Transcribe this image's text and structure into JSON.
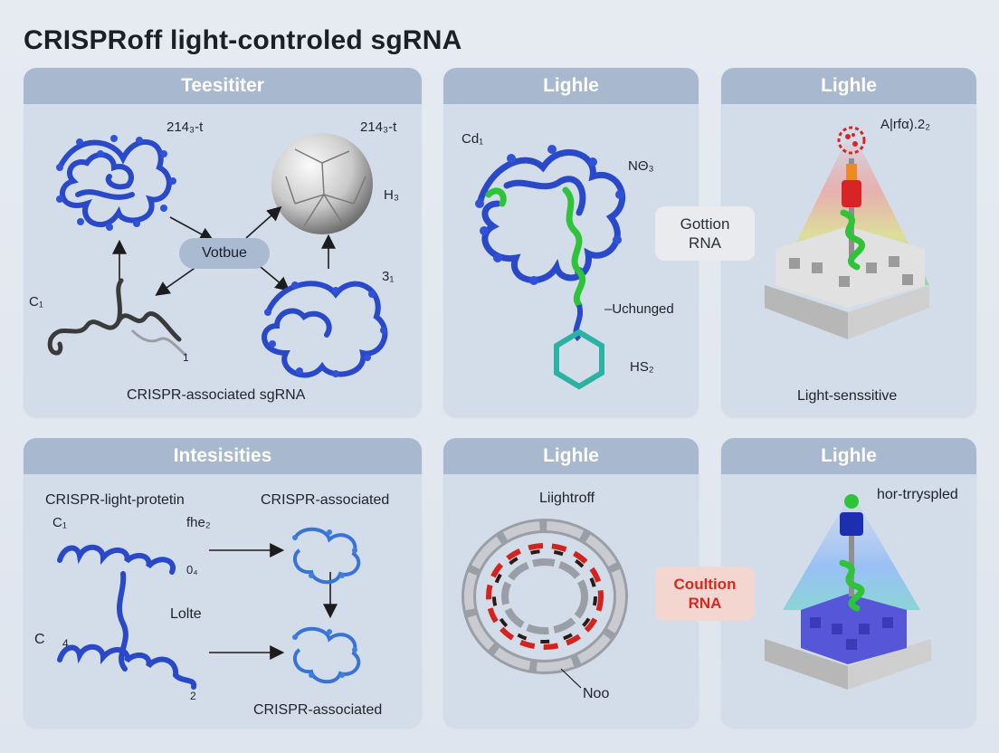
{
  "title": "CRISPRoff light-controled sgRNA",
  "panels": {
    "p1": {
      "header": "Teesititer",
      "labels": {
        "top_left": "214₃-t",
        "top_right": "214₃-t",
        "h3": "H₃",
        "c1": "C₁",
        "three1": "3₁",
        "sub1": "1",
        "center_pill": "Votbue",
        "caption": "CRISPR-associated sgRNA"
      }
    },
    "p2": {
      "header": "Lighle",
      "labels": {
        "cd": "Cd₁",
        "no3": "NΘ₃",
        "uchunged": "–Uchunged",
        "hs2": "HS₂"
      }
    },
    "p3": {
      "header": "Lighle",
      "labels": {
        "top": "A|rfα).2₂",
        "caption": "Light-senssitive"
      }
    },
    "p4": {
      "header": "Intesisities",
      "labels": {
        "protein": "CRISPR-light-protetin",
        "assoc_top": "CRISPR-associated",
        "c1": "C₁",
        "fhe": "fhe₂",
        "o4": "0₄",
        "lolte": "Lolte",
        "c4": "C",
        "sub4": "4",
        "two": "2",
        "assoc_bottom": "CRISPR-associated"
      }
    },
    "p5": {
      "header": "Lighle",
      "labels": {
        "top": "Liightroff",
        "bottom": "Noo"
      }
    },
    "p6": {
      "header": "Lighle",
      "labels": {
        "top": "hor-trryspled"
      }
    }
  },
  "connectors": {
    "upper": {
      "line1": "Gottion",
      "line2": "RNA"
    },
    "lower": {
      "line1": "Coultion",
      "line2": "RNA",
      "color": "#d42a22"
    }
  },
  "colors": {
    "panel_bg": "#d3dde9",
    "header_bg": "#a7b8cf",
    "protein_blue": "#2a49c9",
    "helix_green": "#2fc33a",
    "ring_red": "#d3231f",
    "ring_gray": "#9a9ea6",
    "teal_ring": "#2ab3a0"
  }
}
